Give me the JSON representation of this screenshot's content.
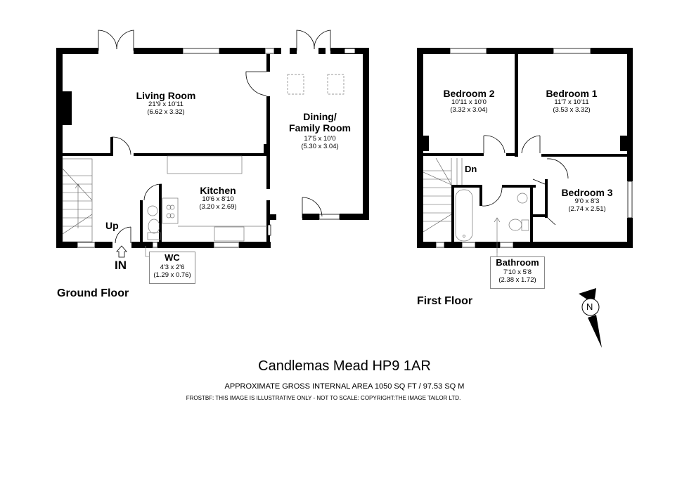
{
  "title": "Candlemas Mead HP9 1AR",
  "area": "APPROXIMATE GROSS INTERNAL AREA 1050 SQ FT / 97.53 SQ M",
  "copyright": "FROSTBF: THIS IMAGE IS ILLUSTRATIVE ONLY - NOT TO SCALE: COPYRIGHT:THE IMAGE TAILOR LTD.",
  "ground_floor": {
    "label": "Ground Floor",
    "entrance_label": "IN",
    "stairs_label": "Up",
    "rooms": [
      {
        "name": "Living Room",
        "imperial": "21'9 x 10'11",
        "metric": "(6.62 x 3.32)"
      },
      {
        "name": "Dining/\nFamily Room",
        "line1": "Dining/",
        "line2": "Family Room",
        "imperial": "17'5 x 10'0",
        "metric": "(5.30 x 3.04)"
      },
      {
        "name": "Kitchen",
        "imperial": "10'6 x 8'10",
        "metric": "(3.20 x 2.69)"
      },
      {
        "name": "WC",
        "imperial": "4'3 x 2'6",
        "metric": "(1.29 x 0.76)"
      }
    ]
  },
  "first_floor": {
    "label": "First Floor",
    "stairs_label": "Dn",
    "rooms": [
      {
        "name": "Bedroom 2",
        "imperial": "10'11 x 10'0",
        "metric": "(3.32 x 3.04)"
      },
      {
        "name": "Bedroom 1",
        "imperial": "11'7 x 10'11",
        "metric": "(3.53 x 3.32)"
      },
      {
        "name": "Bedroom 3",
        "imperial": "9'0 x 8'3",
        "metric": "(2.74 x 2.51)"
      },
      {
        "name": "Bathroom",
        "imperial": "7'10 x 5'8",
        "metric": "(2.38 x 1.72)"
      }
    ]
  },
  "compass": {
    "label": "N"
  }
}
